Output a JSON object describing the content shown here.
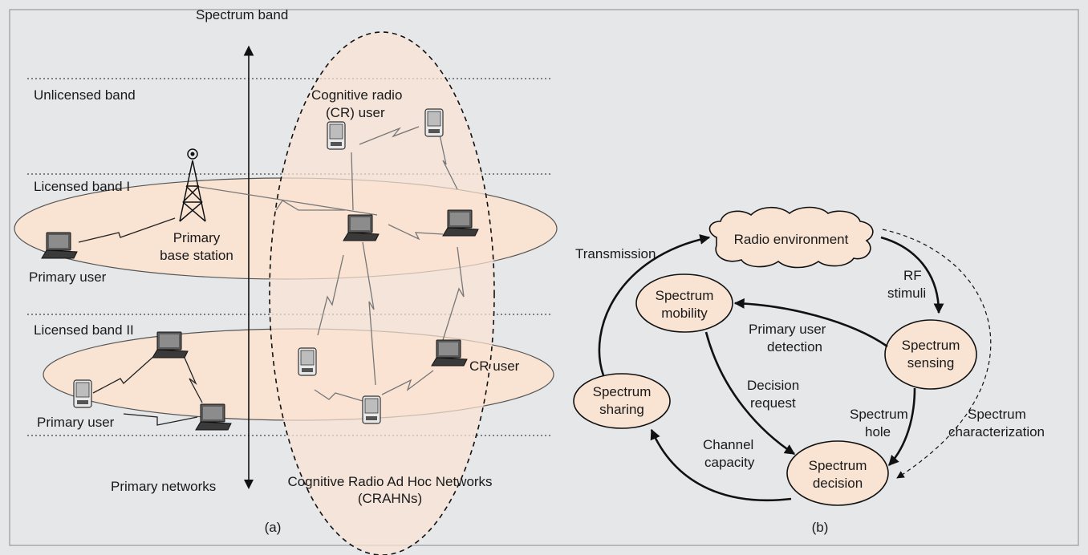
{
  "panel_a": {
    "axis_label": "Spectrum band",
    "bands": [
      "Unlicensed band",
      "Licensed band I",
      "Licensed band II"
    ],
    "cr_user_top": [
      "Cognitive radio",
      "(CR) user"
    ],
    "primary_base_station": [
      "Primary",
      "base station"
    ],
    "primary_user_1": "Primary user",
    "primary_user_2": "Primary user",
    "cr_user": "CR user",
    "primary_networks": "Primary networks",
    "crahn_label": [
      "Cognitive Radio Ad Hoc Networks",
      "(CRAHNs)"
    ],
    "caption": "(a)"
  },
  "panel_b": {
    "nodes": {
      "radio_environment": "Radio environment",
      "spectrum_mobility": [
        "Spectrum",
        "mobility"
      ],
      "spectrum_sensing": [
        "Spectrum",
        "sensing"
      ],
      "spectrum_sharing": [
        "Spectrum",
        "sharing"
      ],
      "spectrum_decision": [
        "Spectrum",
        "decision"
      ]
    },
    "edges": {
      "transmission": "Transmission",
      "rf_stimuli": [
        "RF",
        "stimuli"
      ],
      "primary_user_detection": [
        "Primary user",
        "detection"
      ],
      "decision_request": [
        "Decision",
        "request"
      ],
      "spectrum_hole": [
        "Spectrum",
        "hole"
      ],
      "spectrum_characterization": [
        "Spectrum",
        "characterization"
      ],
      "channel_capacity": [
        "Channel",
        "capacity"
      ]
    },
    "caption": "(b)"
  }
}
